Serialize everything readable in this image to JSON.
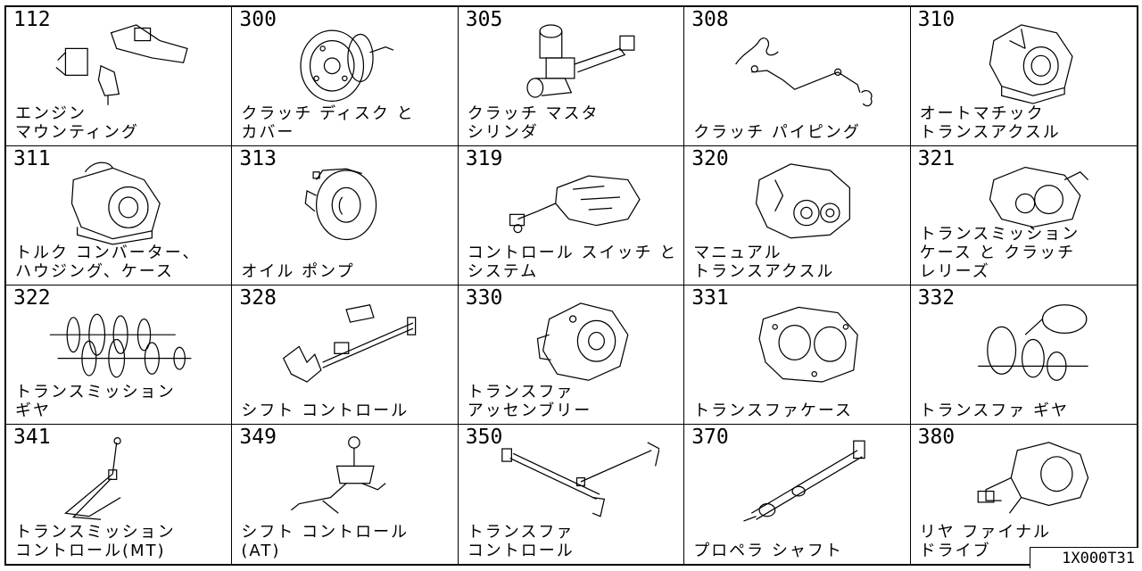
{
  "reference_code": "1X000T31",
  "cells": [
    {
      "code": "112",
      "lines": [
        "エンジン",
        "マウンティング"
      ],
      "icon": "engine-mounting-icon"
    },
    {
      "code": "300",
      "lines": [
        "クラッチ ディスク と",
        "カバー"
      ],
      "icon": "clutch-disc-cover-icon"
    },
    {
      "code": "305",
      "lines": [
        "クラッチ マスタ",
        "シリンダ"
      ],
      "icon": "clutch-master-cylinder-icon"
    },
    {
      "code": "308",
      "lines": [
        "クラッチ パイピング"
      ],
      "icon": "clutch-piping-icon"
    },
    {
      "code": "310",
      "lines": [
        "オートマチック",
        "トランスアクスル"
      ],
      "icon": "automatic-transaxle-icon"
    },
    {
      "code": "311",
      "lines": [
        "トルク コンバーター、",
        "ハウジング、ケース"
      ],
      "icon": "torque-converter-housing-icon"
    },
    {
      "code": "313",
      "lines": [
        "オイル ポンプ"
      ],
      "icon": "oil-pump-icon"
    },
    {
      "code": "319",
      "lines": [
        "コントロール スイッチ と",
        "システム"
      ],
      "icon": "control-switch-system-icon"
    },
    {
      "code": "320",
      "lines": [
        "マニュアル",
        "トランスアクスル"
      ],
      "icon": "manual-transaxle-icon"
    },
    {
      "code": "321",
      "lines": [
        "トランスミッション",
        "ケース と  クラッチ",
        "レリーズ"
      ],
      "icon": "transmission-case-clutch-release-icon"
    },
    {
      "code": "322",
      "lines": [
        "トランスミッション",
        "ギヤ"
      ],
      "icon": "transmission-gear-icon"
    },
    {
      "code": "328",
      "lines": [
        "シフト コントロール"
      ],
      "icon": "shift-control-icon"
    },
    {
      "code": "330",
      "lines": [
        "トランスファ",
        "アッセンブリー"
      ],
      "icon": "transfer-assembly-icon"
    },
    {
      "code": "331",
      "lines": [
        "トランスファケース"
      ],
      "icon": "transfer-case-icon"
    },
    {
      "code": "332",
      "lines": [
        "トランスファ ギヤ"
      ],
      "icon": "transfer-gear-icon"
    },
    {
      "code": "341",
      "lines": [
        "トランスミッション",
        "コントロール(MT)"
      ],
      "icon": "transmission-control-mt-icon"
    },
    {
      "code": "349",
      "lines": [
        "シフト コントロール",
        "(AT)"
      ],
      "icon": "shift-control-at-icon"
    },
    {
      "code": "350",
      "lines": [
        "トランスファ",
        "コントロール"
      ],
      "icon": "transfer-control-icon"
    },
    {
      "code": "370",
      "lines": [
        "プロペラ シャフト"
      ],
      "icon": "propeller-shaft-icon"
    },
    {
      "code": "380",
      "lines": [
        "リヤ ファイナル",
        "ドライブ"
      ],
      "icon": "rear-final-drive-icon"
    }
  ]
}
